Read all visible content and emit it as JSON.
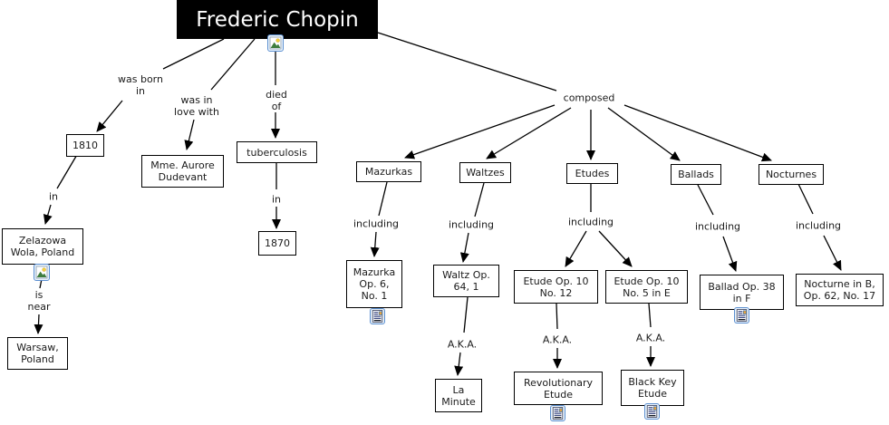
{
  "colors": {
    "background": "#ffffff",
    "root_bg": "#000000",
    "root_text": "#ffffff",
    "node_border": "#000000",
    "node_bg": "#ffffff",
    "node_text": "#1a1a1a",
    "edge": "#000000",
    "icon_border": "#5b8fd0",
    "icon_mountain": "#3e7d3e",
    "icon_sun": "#f5d33f"
  },
  "root": {
    "label": "Frederic Chopin"
  },
  "concepts": {
    "year_1810": "1810",
    "mme_aurore": "Mme. Aurore\nDudevant",
    "tuberculosis": "tuberculosis",
    "year_1870": "1870",
    "zelazowa": "Zelazowa\nWola, Poland",
    "warsaw": "Warsaw,\nPoland",
    "mazurkas": "Mazurkas",
    "waltzes": "Waltzes",
    "etudes": "Etudes",
    "ballads": "Ballads",
    "nocturnes": "Nocturnes",
    "mazurka_op6": "Mazurka\nOp. 6,\nNo. 1",
    "waltz_op64": "Waltz Op.\n64, 1",
    "etude_op10_no12": "Etude Op. 10\nNo. 12",
    "etude_op10_no5": "Etude Op. 10\nNo. 5 in E",
    "ballad_op38": "Ballad Op. 38\nin F",
    "nocturne_op62": "Nocturne in B,\nOp. 62, No. 17",
    "la_minute": "La\nMinute",
    "revolutionary_etude": "Revolutionary\nEtude",
    "black_key_etude": "Black Key\nEtude"
  },
  "links": {
    "was_born_in": "was born\nin",
    "in_birthplace": "in",
    "is_near": "is\nnear",
    "was_in_love_with": "was in\nlove with",
    "died_of": "died\nof",
    "in_death_year": "in",
    "composed": "composed",
    "including_mazurkas": "including",
    "including_waltzes": "including",
    "including_etudes": "including",
    "including_ballads": "including",
    "including_nocturnes": "including",
    "aka_waltz": "A.K.A.",
    "aka_etude_no12": "A.K.A.",
    "aka_etude_no5": "A.K.A."
  },
  "icons": {
    "image_icon": "picture-resource",
    "document_icon": "text-document-resource"
  }
}
